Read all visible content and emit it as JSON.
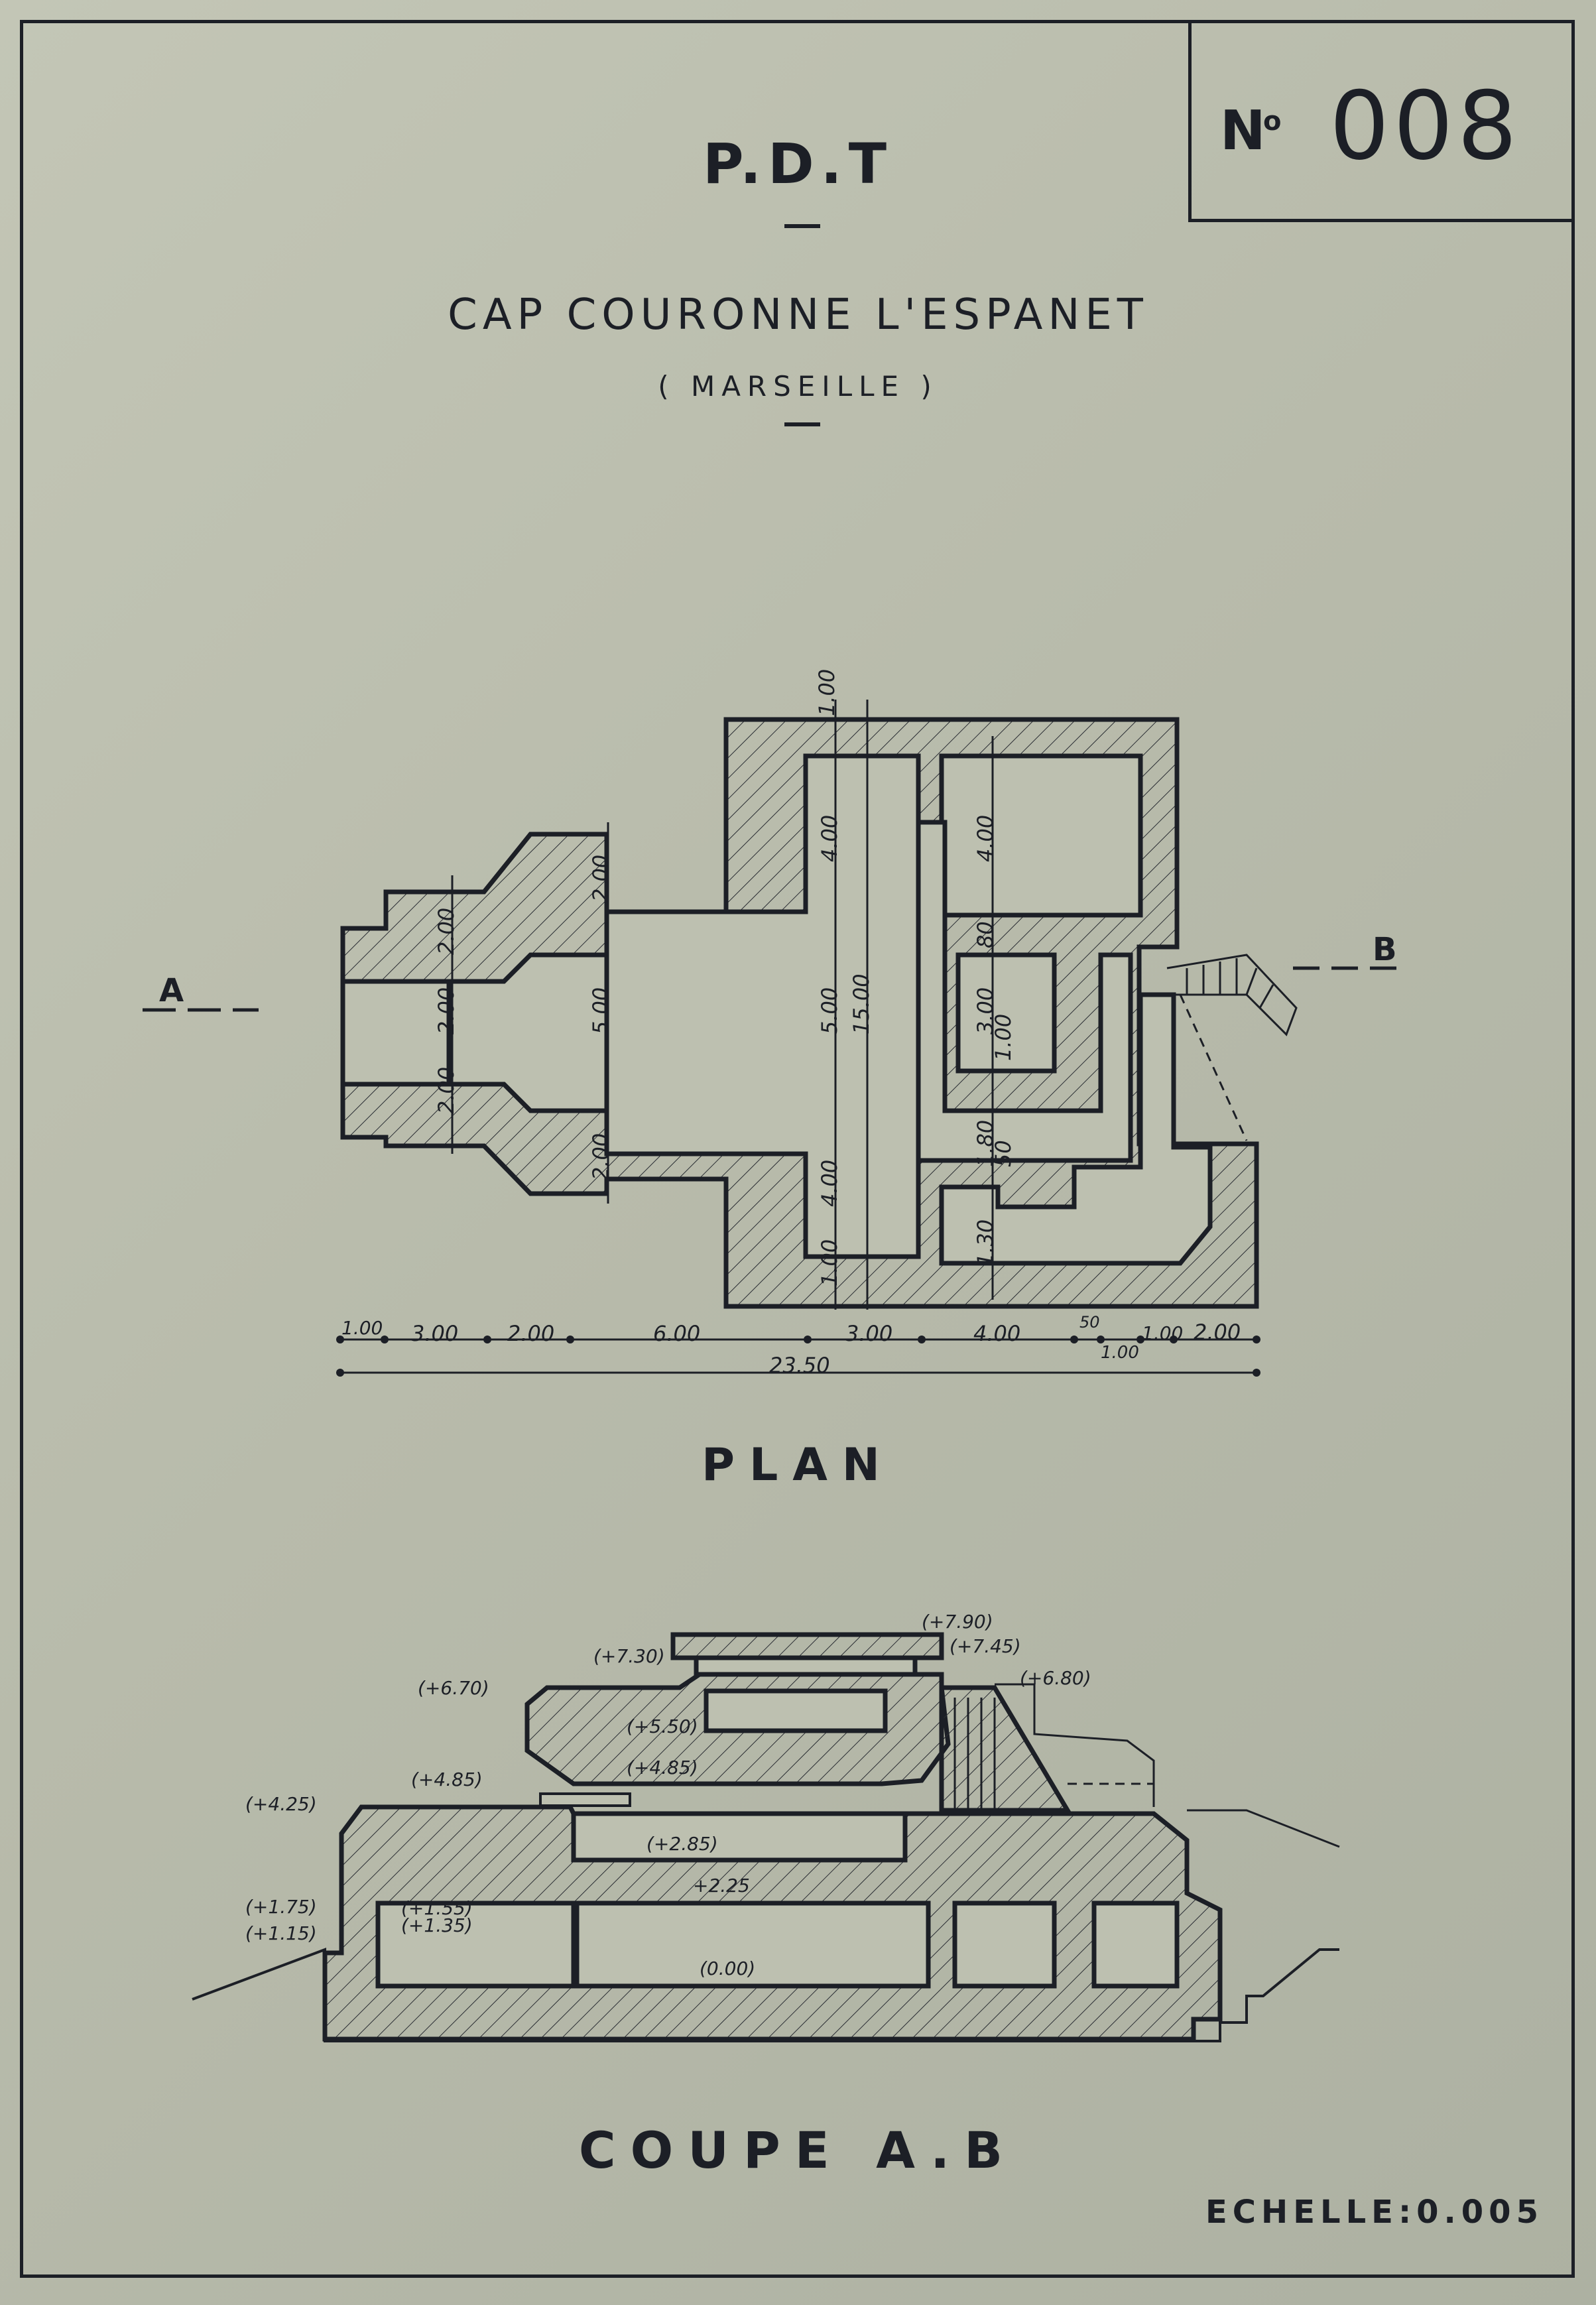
{
  "sheet": {
    "number_prefix": "N",
    "number_degree": "o",
    "number": "008",
    "org": "P.D.T",
    "location": "CAP COURONNE  L'ESPANET",
    "city": "( MARSEILLE )"
  },
  "plan": {
    "caption": "PLAN",
    "section_marker_a": "A",
    "section_marker_b": "B",
    "dimensions": {
      "top_a": "1.00",
      "v_4_00_a": "4.00",
      "v_5_00": "5.00",
      "v_15_00": "15.00",
      "v_4_00_b": "4.00",
      "v_1_00_a": "1.00",
      "v_4_00_c": "4.00",
      "v_80": "80",
      "v_3_00": "3.00",
      "v_1_00_b": "1.00",
      "v_1_80": "1.80",
      "v_50_a": "50",
      "v_1_30": "1.30",
      "v_2_00_a": "2.00",
      "v_5_00_b": "5.00",
      "v_2_00_b": "2.00",
      "v_2_00_c": "2.00",
      "v_2_00_d": "2.00",
      "v_2_00_e": "2.00",
      "h_1_00_a": "1.00",
      "h_3_00_a": "3.00",
      "h_2_00_a": "2.00",
      "h_6_00": "6.00",
      "h_3_00_b": "3.00",
      "h_4_00": "4.00",
      "h_50_b": "50",
      "h_1_00_b": "1.00",
      "h_1_00_c": "1.00",
      "h_2_00_b": "2.00",
      "total": "23.50"
    }
  },
  "section": {
    "caption": "COUPE A.B",
    "levels": {
      "l_7_90": "(+7.90)",
      "l_7_45": "(+7.45)",
      "l_7_30": "(+7.30)",
      "l_6_80": "(+6.80)",
      "l_6_70": "(+6.70)",
      "l_5_50": "(+5.50)",
      "l_4_85_a": "(+4.85)",
      "l_4_85_b": "(+4.85)",
      "l_4_25": "(+4.25)",
      "l_2_85": "(+2.85)",
      "l_2_25": "+2.25",
      "l_1_75": "(+1.75)",
      "l_1_15": "(+1.15)",
      "l_1_55": "(+1.55)",
      "l_1_35": "(+1.35)",
      "l_0_00": "(0.00)"
    }
  },
  "scale": "ECHELLE:0.005",
  "colors": {
    "paper": "#bfc2b2",
    "ink": "#1c1f26"
  }
}
